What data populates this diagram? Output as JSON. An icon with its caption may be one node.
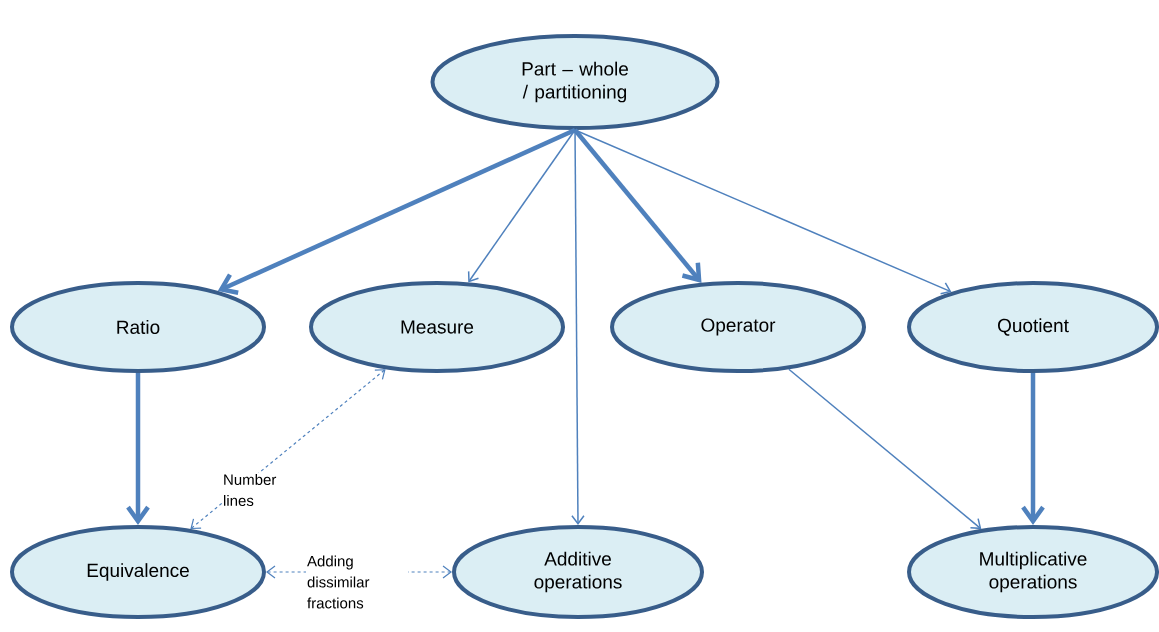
{
  "diagram": {
    "nodes": [
      {
        "text": [
          "Part – whole / partitioning"
        ]
      },
      {
        "text": [
          "Ratio"
        ]
      },
      {
        "text": [
          "Measure"
        ]
      },
      {
        "text": [
          "Operator"
        ]
      },
      {
        "text": [
          "Quotient"
        ]
      },
      {
        "text": [
          "Equivalence"
        ]
      },
      {
        "text": [
          "Additive operations"
        ]
      },
      {
        "text": [
          "Multiplicative operations"
        ]
      }
    ],
    "edges": [
      {
        "from": 0,
        "to": 1,
        "arrow": "to",
        "style": "thick"
      },
      {
        "from": 0,
        "to": 2,
        "arrow": "to"
      },
      {
        "from": 0,
        "to": 6,
        "arrow": "to"
      },
      {
        "from": 0,
        "to": 3,
        "arrow": "to",
        "style": "thick"
      },
      {
        "from": 0,
        "to": 4,
        "arrow": "to"
      },
      {
        "from": 1,
        "to": 5,
        "arrow": "to",
        "style": "thick"
      },
      {
        "from": 3,
        "to": 7,
        "arrow": "to"
      },
      {
        "from": 4,
        "to": 7,
        "arrow": "to",
        "style": "thick"
      },
      {
        "from": 5,
        "to": 2,
        "arrow": "both",
        "style": "dashed",
        "label": "Number lines"
      },
      {
        "from": 5,
        "to": 6,
        "arrow": "both",
        "style": "dashed",
        "label": "Adding dissimilar fractions"
      }
    ]
  }
}
